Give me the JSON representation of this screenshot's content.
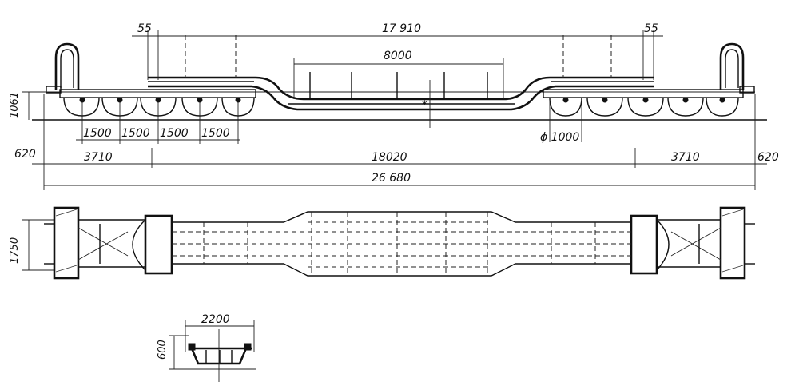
{
  "dimensions": {
    "left_gap": "55",
    "span_17910": "17 910",
    "right_gap": "55",
    "deck_length": "8000",
    "height_1061": "1061",
    "axle_1": "1500",
    "axle_2": "1500",
    "axle_3": "1500",
    "axle_4": "1500",
    "wheel_dia": "ϕ 1000",
    "overhang_left": "620",
    "bogie_left": "3710",
    "pivot_span": "18020",
    "bogie_right": "3710",
    "overhang_right": "620",
    "overall_length": "26 680",
    "width_1750": "1750",
    "section_width": "2200",
    "section_height": "600"
  },
  "colors": {
    "ink": "#111111",
    "paper": "#ffffff"
  }
}
